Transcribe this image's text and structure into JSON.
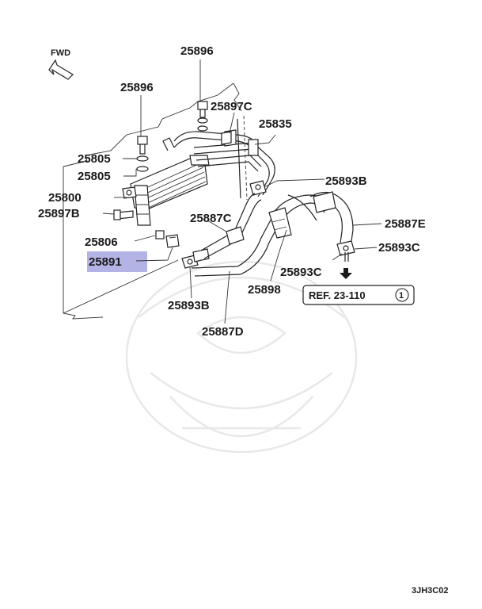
{
  "fwd_label": "FWD",
  "labels": {
    "p25896_top": "25896",
    "p25896_left": "25896",
    "p25897c": "25897C",
    "p25835": "25835",
    "p25805_a": "25805",
    "p25805_b": "25805",
    "p25893b_top": "25893B",
    "p25800": "25800",
    "p25887c": "25887C",
    "p25887e": "25887E",
    "p25897b": "25897B",
    "p25806": "25806",
    "p25893c_right": "25893C",
    "p25891": "25891",
    "p25893c_mid": "25893C",
    "p25898": "25898",
    "p25893b_bottom": "25893B",
    "p25887d": "25887D"
  },
  "reference": {
    "text": "REF. 23-110",
    "circled": "1"
  },
  "diagram_code": "3JH3C02",
  "colors": {
    "highlight": "#b3b3e6",
    "line": "#222222"
  }
}
